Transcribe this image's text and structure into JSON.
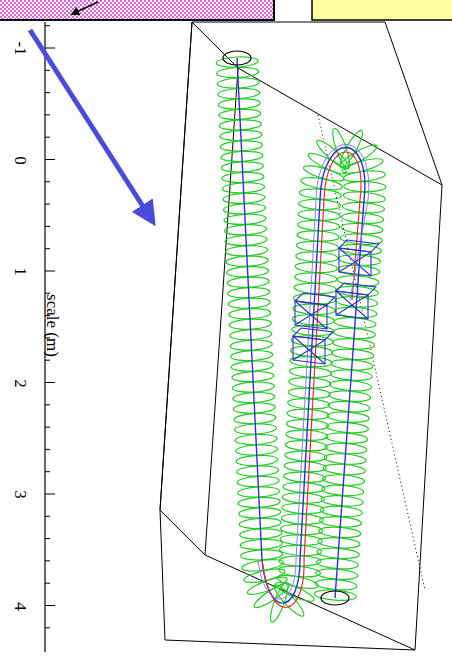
{
  "diagram": {
    "labels": [
      "-1",
      "0",
      "1",
      "2",
      "3",
      "4",
      "scale (m)"
    ]
  }
}
